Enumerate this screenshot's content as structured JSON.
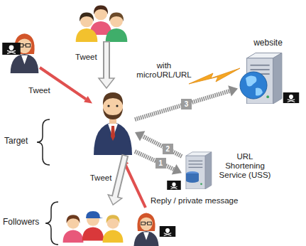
{
  "diagram": {
    "nodes": [
      {
        "text": [
          "website"
        ]
      },
      {
        "text": [
          "Target"
        ]
      },
      {
        "text": [
          "URL Shortening Service (USS)"
        ]
      },
      {
        "text": [
          "Followers"
        ]
      }
    ],
    "edges": [
      {
        "from": 1,
        "to": 2,
        "arrow": "to",
        "label": "1"
      },
      {
        "from": 2,
        "to": 1,
        "arrow": "to",
        "label": "2"
      },
      {
        "from": 1,
        "to": 0,
        "arrow": "to",
        "label": "3"
      },
      {
        "from": 1,
        "to": 3,
        "arrow": "to",
        "label": "Tweet"
      }
    ],
    "labels": [
      "Tweet",
      "with microURL/URL",
      "Tweet",
      "Reply / private message"
    ]
  }
}
